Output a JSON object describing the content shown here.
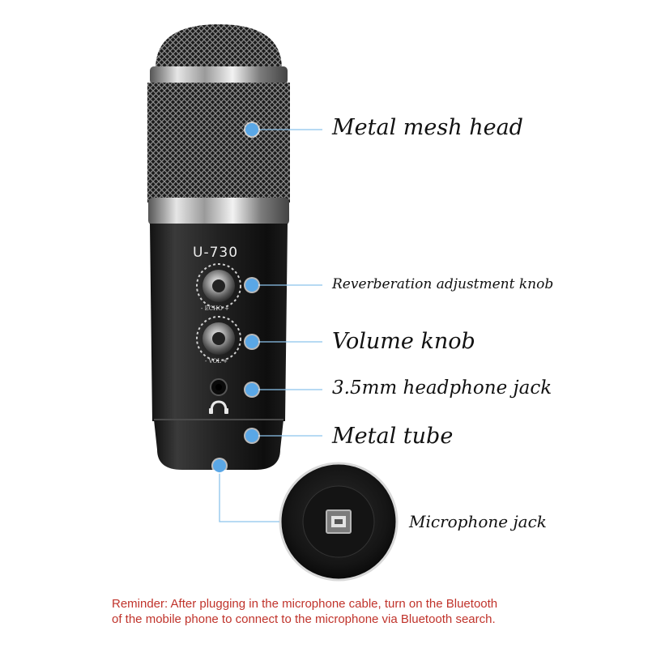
{
  "product": {
    "model": "U-730",
    "echo_label": "- ECHO +",
    "vol_label": "- VOL +"
  },
  "callouts": {
    "mesh_head": "Metal mesh head",
    "reverb_knob": "Reverberation adjustment knob",
    "volume_knob": "Volume knob",
    "headphone_jack": "3.5mm headphone jack",
    "metal_tube": "Metal tube",
    "mic_jack": "Microphone jack"
  },
  "reminder": {
    "line1": "Reminder: After plugging in the microphone cable, turn on the Bluetooth",
    "line2": "of the mobile phone to connect to the microphone via Bluetooth search."
  },
  "colors": {
    "accent_dot": "#5aa7e6",
    "leader_line": "#8cc3ec",
    "reminder_text": "#c0332b"
  }
}
